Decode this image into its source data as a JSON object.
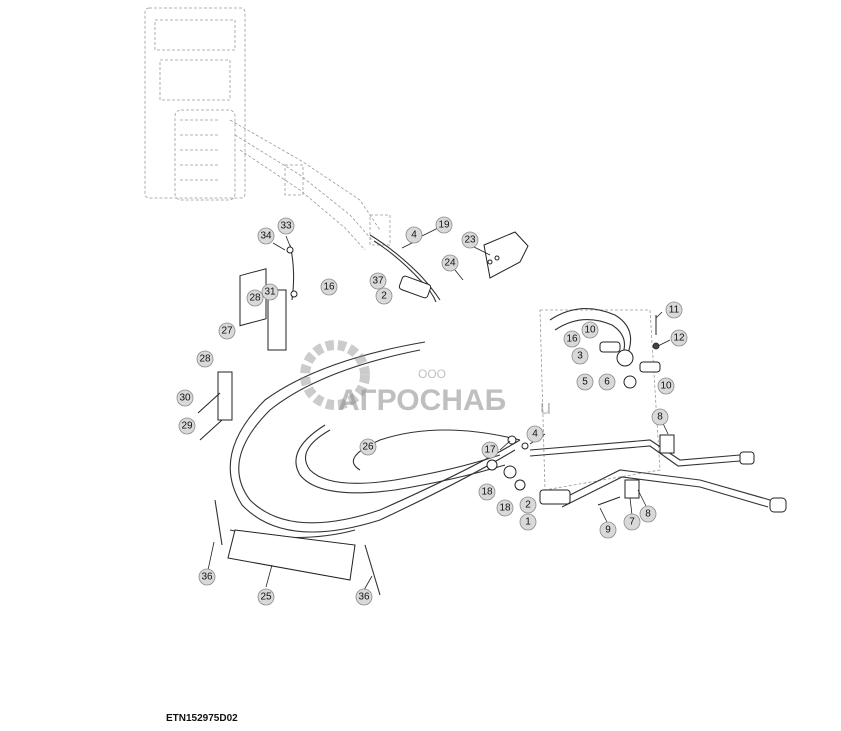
{
  "figure_code": "ETN152975D02",
  "watermark": {
    "small": "ООО",
    "main": "АГРОСНАБ",
    "suffix": "u"
  },
  "callouts": [
    {
      "label": "34"
    },
    {
      "label": "33"
    },
    {
      "label": "16"
    },
    {
      "label": "37"
    },
    {
      "label": "2"
    },
    {
      "label": "4"
    },
    {
      "label": "19"
    },
    {
      "label": "23"
    },
    {
      "label": "24"
    },
    {
      "label": "28"
    },
    {
      "label": "31"
    },
    {
      "label": "27"
    },
    {
      "label": "28"
    },
    {
      "label": "30"
    },
    {
      "label": "29"
    },
    {
      "label": "11"
    },
    {
      "label": "10"
    },
    {
      "label": "12"
    },
    {
      "label": "16"
    },
    {
      "label": "3"
    },
    {
      "label": "5"
    },
    {
      "label": "6"
    },
    {
      "label": "10"
    },
    {
      "label": "8"
    },
    {
      "label": "17"
    },
    {
      "label": "4"
    },
    {
      "label": "26"
    },
    {
      "label": "18"
    },
    {
      "label": "2"
    },
    {
      "label": "18"
    },
    {
      "label": "1"
    },
    {
      "label": "9"
    },
    {
      "label": "7"
    },
    {
      "label": "8"
    },
    {
      "label": "36"
    },
    {
      "label": "25"
    },
    {
      "label": "36"
    }
  ]
}
